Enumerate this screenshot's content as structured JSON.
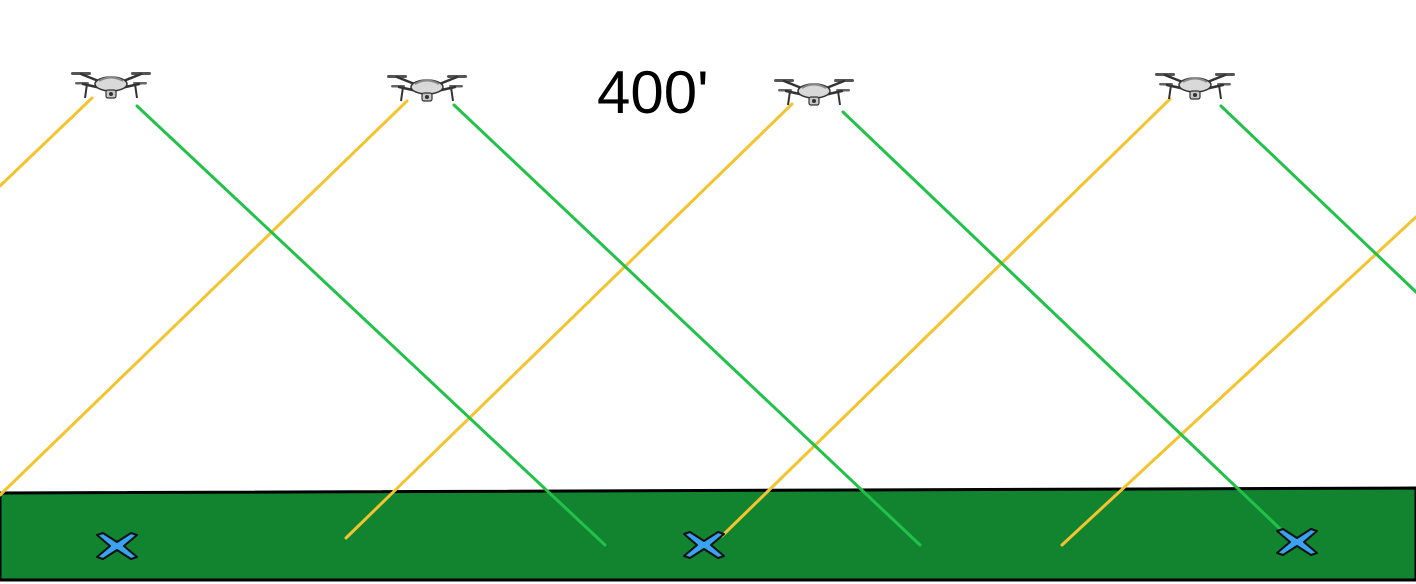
{
  "altitude_label": "400'",
  "colors": {
    "background": "#ffffff",
    "ground": "#128430",
    "ground_border": "#000000",
    "line_forward": "#f4c430",
    "line_backward": "#22c24a",
    "ground_marker": "#3aa2f0",
    "ground_marker_outline": "#111111",
    "drone_body": "#d9d9d9",
    "drone_frame": "#333333"
  },
  "icons": {
    "drone": "drone-icon",
    "ground_marker": "x-marker-icon"
  },
  "drone_count": 4,
  "ground_marker_count": 3
}
